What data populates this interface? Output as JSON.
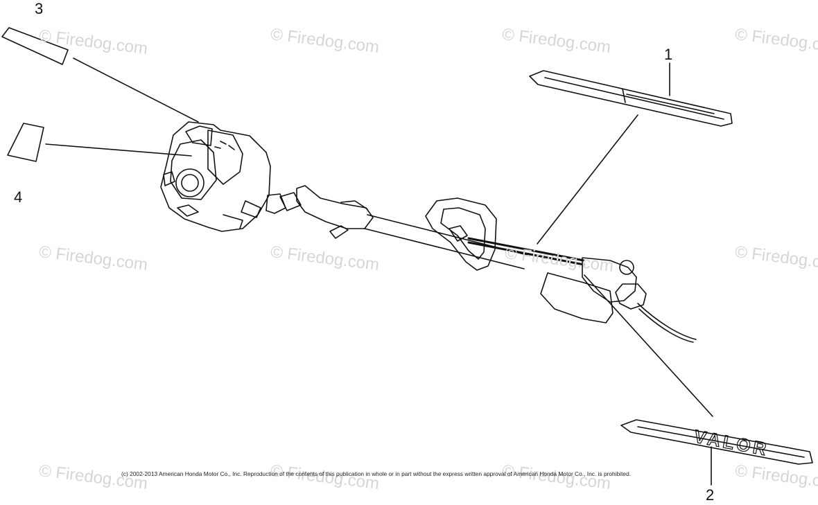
{
  "callouts": {
    "part_1": "1",
    "part_2": "2",
    "part_3": "3",
    "part_4": "4"
  },
  "decal_text": "VALOR",
  "watermark_text": "© Firedog.com",
  "copyright_text": "(c) 2002-2013 American Honda Motor Co., Inc. Reproduction of the contents of this publication in whole or in part without the express written approval of American Honda Motor Co., Inc. is prohibited.",
  "colors": {
    "line": "#111111",
    "watermark": "#d6d6d6",
    "background": "#ffffff"
  }
}
